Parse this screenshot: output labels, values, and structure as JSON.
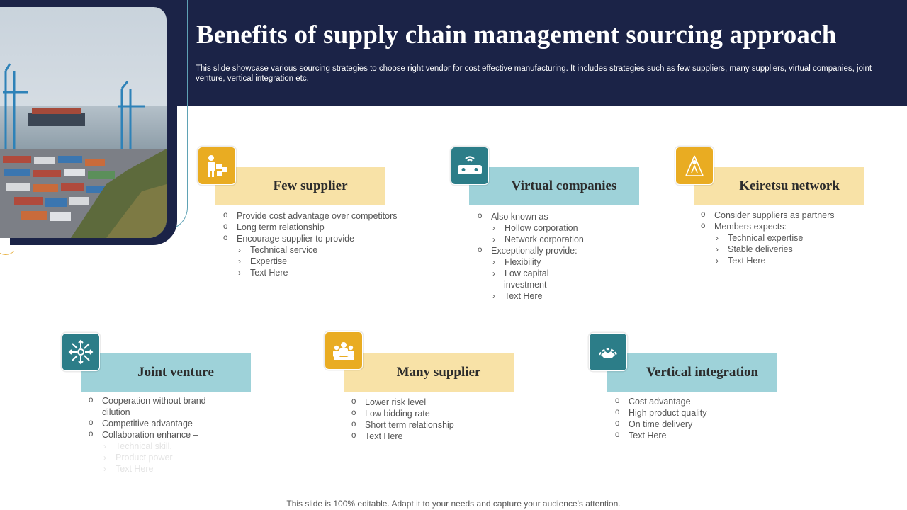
{
  "slide": {
    "title": "Benefits of supply chain management sourcing approach",
    "subtitle": "This slide showcase various sourcing strategies to choose right vendor for cost effective manufacturing. It includes strategies such as few suppliers, many suppliers, virtual companies, joint venture, vertical integration etc.",
    "footer": "This slide is 100% editable. Adapt it to your needs and capture your audience's attention."
  },
  "photo": {
    "icon": "port-container-cranes-photo"
  },
  "cards": [
    {
      "title": "Few supplier",
      "icon": "supplier-boxes-icon",
      "color": "#e9ac22",
      "items": [
        {
          "text": "Provide  cost advantage  over competitors",
          "level": 1
        },
        {
          "text": "Long term relationship",
          "level": 1
        },
        {
          "text": "Encourage  supplier to provide-",
          "level": 1
        },
        {
          "text": "Technical service",
          "level": 2
        },
        {
          "text": "Expertise",
          "level": 2
        },
        {
          "text": "Text Here",
          "level": 2
        }
      ]
    },
    {
      "title": "Virtual companies",
      "icon": "vr-headset-icon",
      "color": "#2c7d88",
      "items": [
        {
          "text": "Also known as-",
          "level": 1
        },
        {
          "text": "Hollow  corporation",
          "level": 2
        },
        {
          "text": "Network  corporation",
          "level": 2
        },
        {
          "text": "Exceptionally provide:",
          "level": 1
        },
        {
          "text": "Flexibility",
          "level": 2
        },
        {
          "text": "Low capital",
          "level": 2
        },
        {
          "text": "investment",
          "level": 3
        },
        {
          "text": "Text Here",
          "level": 2
        }
      ]
    },
    {
      "title": "Keiretsu network",
      "icon": "network-person-icon",
      "color": "#e9ac22",
      "items": [
        {
          "text": "Consider  suppliers as partners",
          "level": 1
        },
        {
          "text": "Members  expects:",
          "level": 1
        },
        {
          "text": "Technical  expertise",
          "level": 2
        },
        {
          "text": "Stable deliveries",
          "level": 2
        },
        {
          "text": "Text Here",
          "level": 2
        }
      ]
    },
    {
      "title": "Joint venture",
      "icon": "arrows-gear-icon",
      "color": "#2c7d88",
      "items": [
        {
          "text": "Cooperation  without brand",
          "level": 1
        },
        {
          "text": "dilution",
          "level": 3
        },
        {
          "text": "Competitive  advantage",
          "level": 1
        },
        {
          "text": "Collaboration  enhance –",
          "level": 1
        },
        {
          "text": "Technical  skill,",
          "level": 2,
          "faded": true
        },
        {
          "text": "Product  power",
          "level": 2,
          "faded": true
        },
        {
          "text": "Text Here",
          "level": 2,
          "faded": true
        }
      ]
    },
    {
      "title": "Many supplier",
      "icon": "group-people-icon",
      "color": "#e9ac22",
      "items": [
        {
          "text": "Lower  risk level",
          "level": 1
        },
        {
          "text": "Low bidding rate",
          "level": 1
        },
        {
          "text": "Short term relationship",
          "level": 1
        },
        {
          "text": "Text Here",
          "level": 1
        }
      ]
    },
    {
      "title": "Vertical integration",
      "icon": "handshake-gear-icon",
      "color": "#2c7d88",
      "items": [
        {
          "text": "Cost advantage",
          "level": 1
        },
        {
          "text": "High product quality",
          "level": 1
        },
        {
          "text": "On time delivery",
          "level": 1
        },
        {
          "text": "Text Here",
          "level": 1
        }
      ]
    }
  ]
}
